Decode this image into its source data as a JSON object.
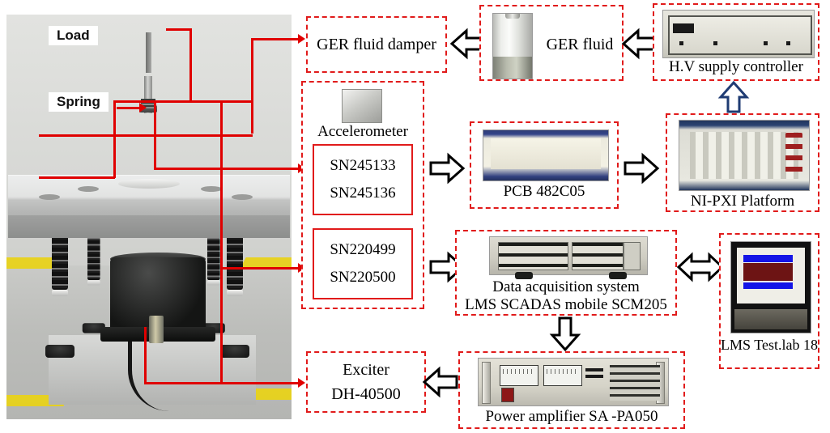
{
  "figure": {
    "photo": {
      "labels": [
        {
          "id": "load",
          "text": "Load"
        },
        {
          "id": "spring",
          "text": "Spring"
        }
      ]
    },
    "blocks": {
      "ger_fluid_damper": "GER fluid damper",
      "ger_fluid": "GER fluid",
      "hv_supply_controller": "H.V supply controller",
      "accelerometer": "Accelerometer",
      "sensor_group_1": [
        "SN245133",
        "SN245136"
      ],
      "sensor_group_2": [
        "SN220499",
        "SN220500"
      ],
      "pcb": "PCB 482C05",
      "ni_pxi": "NI-PXI Platform",
      "daq_line1": "Data acquisition system",
      "daq_line2": "LMS SCADAS mobile SCM205",
      "lms_testlab": "LMS Test.lab 18",
      "exciter_line1": "Exciter",
      "exciter_line2": "DH-40500",
      "power_amplifier": "Power amplifier SA -PA050"
    },
    "colors": {
      "dashed_border": "#e11b1b",
      "solid_border": "#e11b1b",
      "wire": "#e00000",
      "arrow_outline": "#000000",
      "arrow_fill": "#ffffff",
      "blue_arrow": "#1f3b73"
    }
  }
}
